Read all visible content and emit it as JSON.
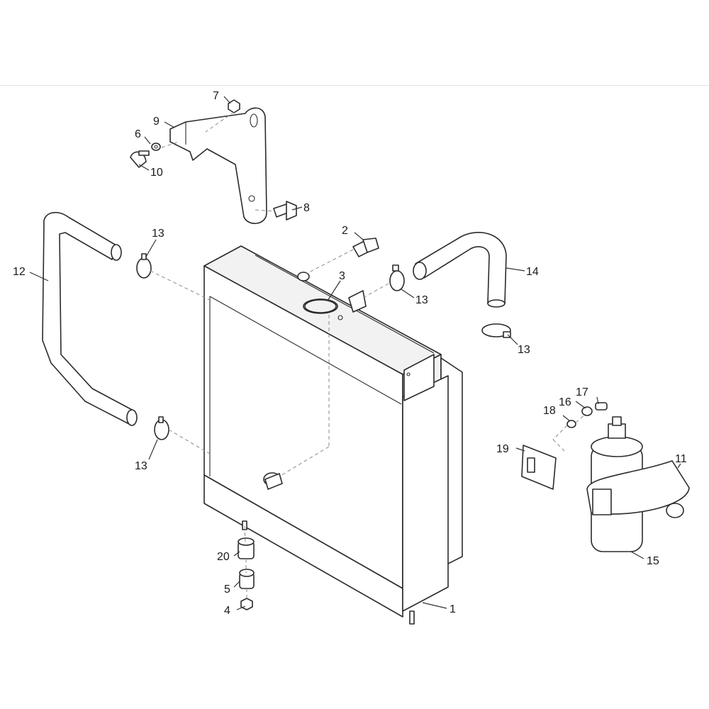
{
  "callouts": {
    "c1": "1",
    "c2": "2",
    "c3": "3",
    "c4": "4",
    "c5": "5",
    "c6": "6",
    "c7": "7",
    "c8": "8",
    "c9": "9",
    "c10": "10",
    "c11": "11",
    "c12": "12",
    "c13a": "13",
    "c13b": "13",
    "c13c": "13",
    "c13d": "13",
    "c14": "14",
    "c15": "15",
    "c16": "16",
    "c17": "17",
    "c18": "18",
    "c19": "19",
    "c20": "20"
  }
}
